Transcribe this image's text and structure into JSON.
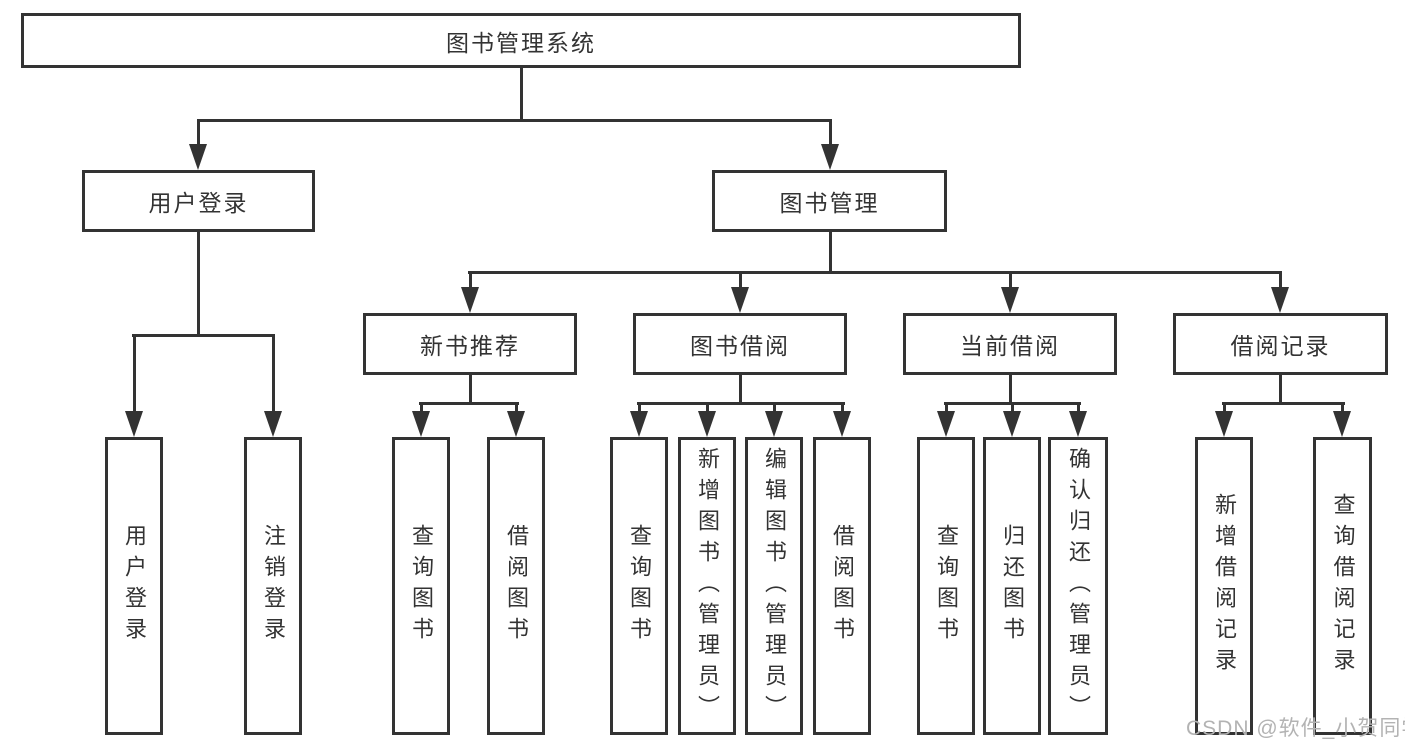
{
  "colors": {
    "line": "#333333",
    "text": "#333333",
    "watermark": "#b3b3b3",
    "background": "#ffffff"
  },
  "tree": {
    "label": "图书管理系统",
    "children": [
      {
        "label": "用户登录",
        "children": [
          {
            "label": "用户登录"
          },
          {
            "label": "注销登录"
          }
        ]
      },
      {
        "label": "图书管理",
        "children": [
          {
            "label": "新书推荐",
            "children": [
              {
                "label": "查询图书"
              },
              {
                "label": "借阅图书"
              }
            ]
          },
          {
            "label": "图书借阅",
            "children": [
              {
                "label": "查询图书"
              },
              {
                "label": "新增图书（管理员）"
              },
              {
                "label": "编辑图书（管理员）"
              },
              {
                "label": "借阅图书"
              }
            ]
          },
          {
            "label": "当前借阅",
            "children": [
              {
                "label": "查询图书"
              },
              {
                "label": "归还图书"
              },
              {
                "label": "确认归还（管理员）"
              }
            ]
          },
          {
            "label": "借阅记录",
            "children": [
              {
                "label": "新增借阅记录"
              },
              {
                "label": "查询借阅记录"
              }
            ]
          }
        ]
      }
    ]
  },
  "watermark": {
    "text": "CSDN @软件_小贺同学"
  }
}
